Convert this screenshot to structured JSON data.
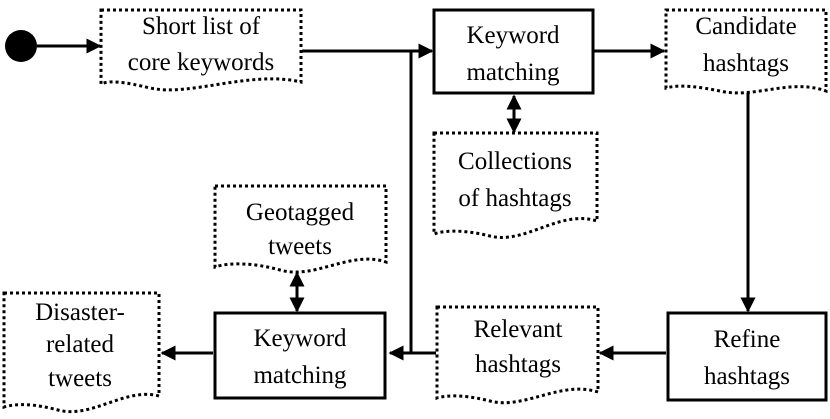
{
  "nodes": {
    "core_keywords": {
      "lines": [
        "Short list of",
        "core keywords"
      ]
    },
    "keyword_matching_top": {
      "lines": [
        "Keyword",
        "matching"
      ]
    },
    "candidate_hashtags": {
      "lines": [
        "Candidate",
        "hashtags"
      ]
    },
    "collections_hashtags": {
      "lines": [
        "Collections",
        "of hashtags"
      ]
    },
    "geotagged_tweets": {
      "lines": [
        "Geotagged",
        "tweets"
      ]
    },
    "disaster_tweets": {
      "lines": [
        "Disaster-",
        "related",
        "tweets"
      ]
    },
    "keyword_matching_bottom": {
      "lines": [
        "Keyword",
        "matching"
      ]
    },
    "relevant_hashtags": {
      "lines": [
        "Relevant",
        "hashtags"
      ]
    },
    "refine_hashtags": {
      "lines": [
        "Refine",
        "hashtags"
      ]
    }
  }
}
